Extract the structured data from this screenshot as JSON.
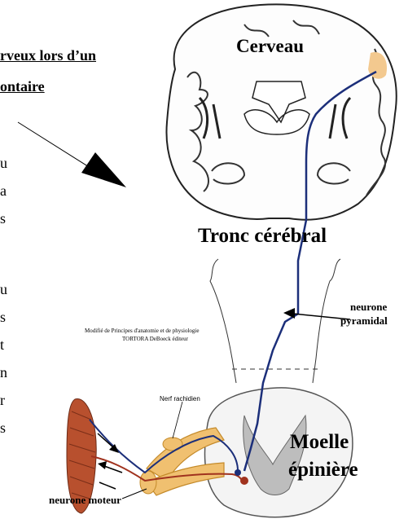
{
  "left_text": {
    "heading_line1": "rveux lors d’un",
    "heading_line2": "ontaire",
    "fragments": [
      "u",
      "a",
      "s",
      "u",
      "s",
      "t",
      "n",
      "r",
      "s"
    ]
  },
  "labels": {
    "brain": "Cerveau",
    "brainstem": "Tronc cérébral",
    "pyramidal_line1": "neurone",
    "pyramidal_line2": "pyramidal",
    "spinal_line1": "Moelle",
    "spinal_line2": "épinière",
    "motor_neuron": "neurone moteur",
    "nerve": "Nerf rachidien",
    "credit_line1": "Modifié de Principes d'anatomie et de physiologie",
    "credit_line2": "TORTORA DeBoeck éditeur"
  },
  "colors": {
    "pyramidal_path": "#1c2f7a",
    "motor_path": "#a0321e",
    "nerve_fill": "#f0c070",
    "cortex_highlight": "#f3c98f",
    "muscle": "#b8502e"
  }
}
